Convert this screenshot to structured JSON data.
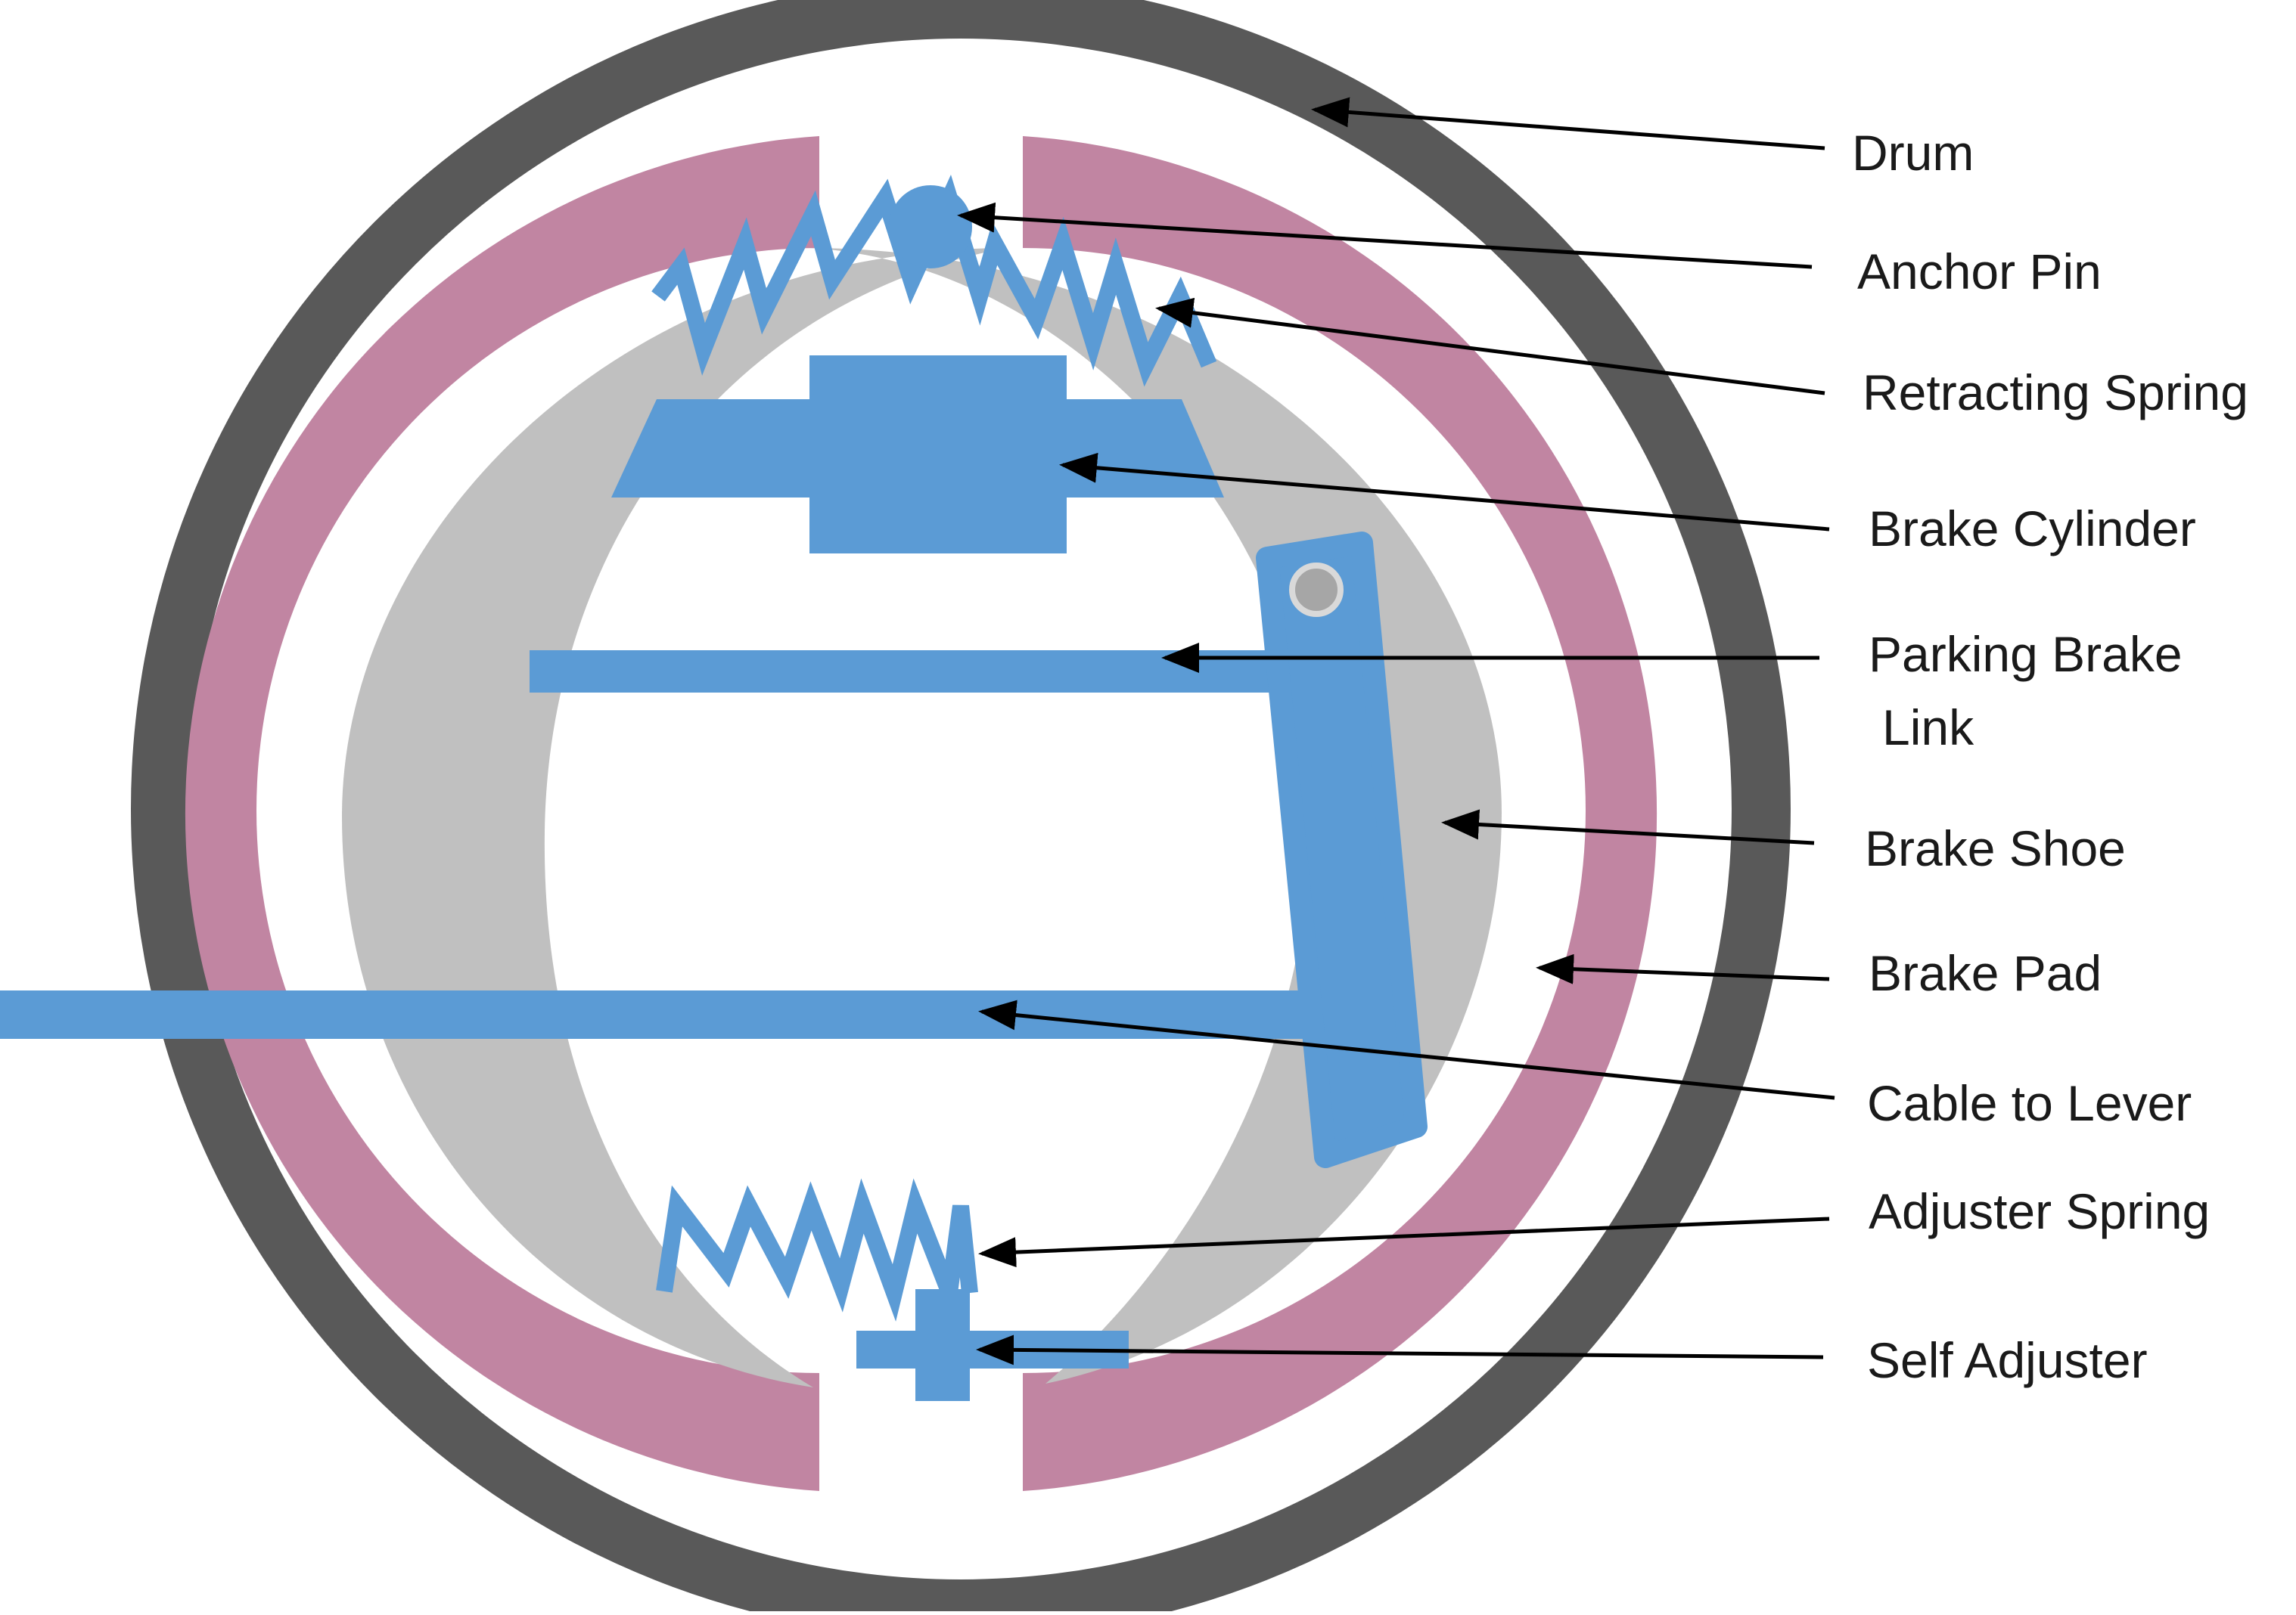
{
  "colors": {
    "drum": "#595959",
    "brake_pad": "#c185a2",
    "brake_shoe": "#c0c0c0",
    "parts_blue": "#5b9bd5",
    "pin_grey": "#a6a6a6",
    "leader_line": "#000000",
    "label_text": "#1a1a1a"
  },
  "labels": {
    "drum": "Drum",
    "anchor_pin": "Anchor Pin",
    "retracting_spring": "Retracting Spring",
    "brake_cylinder": "Brake Cylinder",
    "parking_brake_link_line1": "Parking Brake",
    "parking_brake_link_line2": "Link",
    "brake_shoe": "Brake Shoe",
    "brake_pad": "Brake Pad",
    "cable_to_lever": "Cable to Lever",
    "adjuster_spring": "Adjuster Spring",
    "self_adjuster": "Self Adjuster"
  }
}
